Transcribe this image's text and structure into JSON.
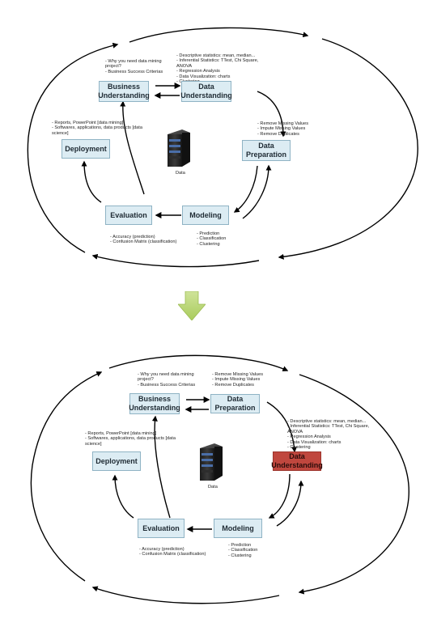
{
  "top": {
    "boxes": {
      "business": "Business Understanding",
      "data_understanding": "Data Understanding",
      "data_preparation": "Data Preparation",
      "modeling": "Modeling",
      "evaluation": "Evaluation",
      "deployment": "Deployment"
    },
    "notes": {
      "business": "- Why you need data mining project?\n- Business Success Criterias",
      "data_understanding": "- Descriptive statistics: mean, median...\n- Inferential Statistics: TTest, Chi Square, ANOVA\n- Regression Analysis\n- Data Visualization: charts\n- Clustering",
      "data_preparation": "- Remove Missing Values\n- Impute Missing Values\n- Remove Duplicates",
      "modeling": "- Prediction\n- Classification\n- Clustering",
      "evaluation": "- Accuracy (prediction)\n- Confusion Matrix (classification)",
      "deployment": "- Reports, PowerPoint [data mining]\n- Softwares, applications, data products [data science]"
    },
    "server_label": "Data"
  },
  "bottom": {
    "boxes": {
      "business": "Business Understanding",
      "data_preparation": "Data Preparation",
      "data_understanding": "Data Understanding",
      "modeling": "Modeling",
      "evaluation": "Evaluation",
      "deployment": "Deployment"
    },
    "notes": {
      "business": "- Why you need data mining project?\n- Business Success Criterias",
      "data_preparation": "- Remove Missing Values\n- Impute Missing Values\n- Remove Duplicates",
      "data_understanding": "- Descriptive statistics: mean, median...\n- Inferential Statistics: TTest, Chi Square, ANOVA\n- Regression Analysis\n- Data Visualization: charts\n- Clustering",
      "modeling": "- Prediction\n- Classification\n- Clustering",
      "evaluation": "- Accuracy (prediction)\n- Confusion Matrix (classification)",
      "deployment": "- Reports, PowerPoint [data mining]\n- Softwares, applications, data products [data science]"
    },
    "server_label": "Data"
  },
  "colors": {
    "box_fill": "#dcecf3",
    "highlight_fill": "#c0473e",
    "transition_arrow": "#b5d46a"
  },
  "icons": {
    "server": "server-icon",
    "transition": "down-arrow-icon"
  }
}
